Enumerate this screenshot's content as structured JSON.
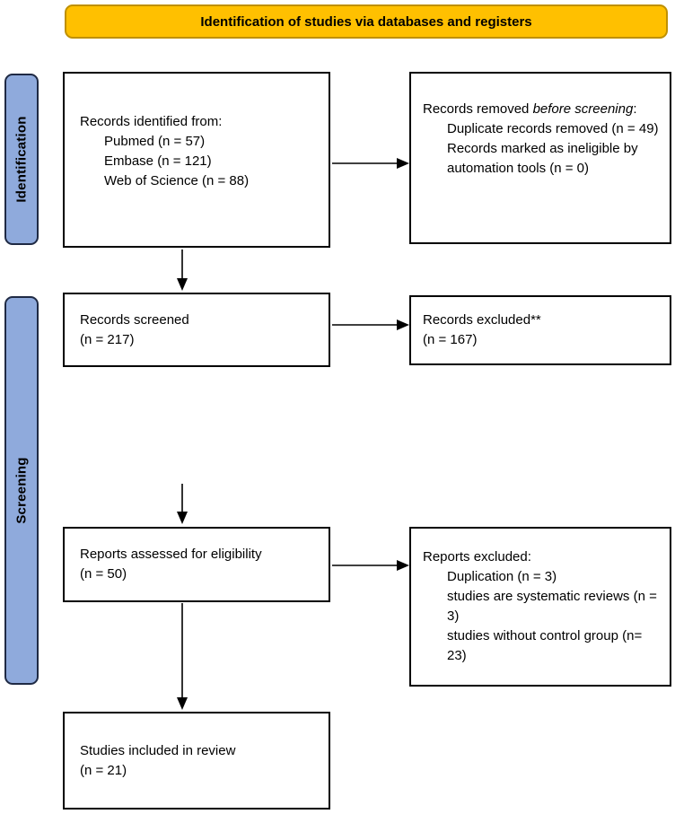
{
  "diagram": {
    "title": "Identification of studies via databases and registers",
    "stages": [
      {
        "label": "Identification"
      },
      {
        "label": "Screening"
      }
    ],
    "boxes": {
      "records_identified": {
        "intro": "Records identified from:",
        "items": [
          "Pubmed (n = 57)",
          "Embase (n = 121)",
          "Web of Science (n = 88)"
        ]
      },
      "records_removed": {
        "prefix": "Records removed ",
        "italic": "before screening",
        "suffix": ":",
        "items": [
          "Duplicate records removed (n = 49)",
          "Records marked as ineligible by automation tools (n = 0)"
        ]
      },
      "records_screened": {
        "lines": [
          "Records screened",
          "(n = 217)"
        ]
      },
      "records_excluded": {
        "lines": [
          "Records excluded**",
          "(n = 167)"
        ]
      },
      "reports_assessed": {
        "lines": [
          "Reports assessed for eligibility",
          "(n = 50)"
        ]
      },
      "reports_excluded": {
        "intro": "Reports excluded:",
        "items": [
          "Duplication (n = 3)",
          "studies are systematic reviews (n = 3)",
          "studies without control group (n= 23)"
        ]
      },
      "studies_included": {
        "lines": [
          "Studies included in review",
          "(n = 21)"
        ]
      }
    },
    "colors": {
      "header_fill": "#FFC000",
      "header_border": "#BF9000",
      "stage_fill": "#8FAADC",
      "stage_border": "#1F2A44",
      "box_border": "#000000",
      "arrow": "#000000"
    }
  }
}
